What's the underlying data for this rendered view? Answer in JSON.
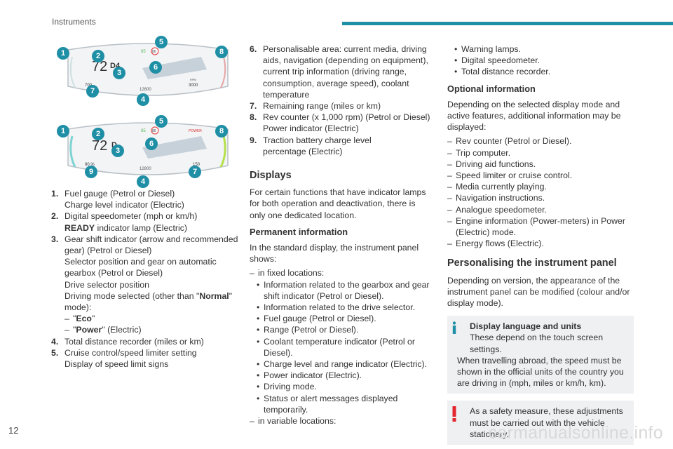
{
  "header": {
    "section": "Instruments",
    "page_number": "12"
  },
  "watermark": "carmanualsonline.info",
  "figure_top": {
    "speed": "72",
    "gear": "D4",
    "range_left": "700",
    "odometer": "12800",
    "rpm_label": "RPM",
    "rev_value": "3000",
    "speed_limit": "80",
    "cruise_set": "85",
    "callouts": [
      "1",
      "2",
      "3",
      "4",
      "5",
      "6",
      "7",
      "8"
    ]
  },
  "figure_bottom": {
    "speed": "72",
    "gear": "D",
    "charge": "80 %",
    "odometer": "12800",
    "range_right": "150",
    "speed_limit": "80",
    "cruise_set": "85",
    "power_label": "POWER",
    "callouts": [
      "1",
      "2",
      "3",
      "4",
      "5",
      "6",
      "7",
      "8",
      "9"
    ]
  },
  "col1": {
    "items": [
      {
        "n": "1.",
        "lines": [
          "Fuel gauge (Petrol or Diesel)",
          "Charge level indicator (Electric)"
        ]
      },
      {
        "n": "2.",
        "lines": [
          "Digital speedometer (mph or km/h)"
        ],
        "bold_prefix": "READY",
        "bold_rest": " indicator lamp (Electric)"
      },
      {
        "n": "3.",
        "lines": [
          "Gear shift indicator (arrow and recommended gear) (Petrol or Diesel)",
          "Selector position and gear on automatic gearbox (Petrol or Diesel)",
          "Drive selector position"
        ],
        "mode_pre": "Driving mode selected (other than \"",
        "mode_bold": "Normal",
        "mode_post": "\" mode):",
        "dash1_pre": "\"",
        "dash1_bold": "Eco",
        "dash1_post": "\"",
        "dash2_pre": "\"",
        "dash2_bold": "Power",
        "dash2_post": "\" (Electric)"
      },
      {
        "n": "4.",
        "lines": [
          "Total distance recorder (miles or km)"
        ]
      },
      {
        "n": "5.",
        "lines": [
          "Cruise control/speed limiter setting",
          "Display of speed limit signs"
        ]
      }
    ]
  },
  "col2": {
    "items": [
      {
        "n": "6.",
        "text": "Personalisable area: current media, driving aids, navigation (depending on equipment), current trip information (driving range, consumption, average speed), coolant temperature"
      },
      {
        "n": "7.",
        "text": "Remaining range (miles or km)"
      },
      {
        "n": "8.",
        "text": "Rev counter (x 1,000 rpm) (Petrol or Diesel)",
        "text2": "Power indicator (Electric)"
      },
      {
        "n": "9.",
        "text": "Traction battery charge level",
        "text2": "percentage (Electric)"
      }
    ],
    "displays_title": "Displays",
    "displays_text": "For certain functions that have indicator lamps for both operation and deactivation, there is only one dedicated location.",
    "permanent_title": "Permanent information",
    "permanent_intro": "In the standard display, the instrument panel shows:",
    "fixed_label": "in fixed locations:",
    "fixed_items": [
      "Information related to the gearbox and gear shift indicator (Petrol or Diesel).",
      "Information related to the drive selector.",
      "Fuel gauge (Petrol or Diesel).",
      "Range (Petrol or Diesel).",
      "Coolant temperature indicator (Petrol or Diesel).",
      "Charge level and range indicator (Electric).",
      "Power indicator (Electric).",
      "Driving mode.",
      "Status or alert messages displayed temporarily."
    ],
    "variable_label": "in variable locations:"
  },
  "col3": {
    "variable_items": [
      "Warning lamps.",
      "Digital speedometer.",
      "Total distance recorder."
    ],
    "optional_title": "Optional information",
    "optional_intro": "Depending on the selected display mode and active features, additional information may be displayed:",
    "optional_items": [
      "Rev counter (Petrol or Diesel).",
      "Trip computer.",
      "Driving aid functions.",
      "Speed limiter or cruise control.",
      "Media currently playing.",
      "Navigation instructions.",
      "Analogue speedometer.",
      "Engine information (Power-meters) in Power (Electric) mode.",
      "Energy flows (Electric)."
    ],
    "personalising_title": "Personalising the instrument panel",
    "personalising_text": "Depending on version, the appearance of the instrument panel can be modified (colour and/or display mode).",
    "info_title": "Display language and units",
    "info_line1": "These depend on the touch screen settings.",
    "info_line2": "When travelling abroad, the speed must be shown in the official units of the country you are driving in (mph, miles or km/h, km).",
    "warning_text": "As a safety measure, these adjustments must be carried out with the vehicle stationary."
  },
  "colors": {
    "accent": "#1f8fa6",
    "box_bg": "#eef0f2",
    "warning": "#e3262f",
    "info": "#1f8fa6"
  }
}
